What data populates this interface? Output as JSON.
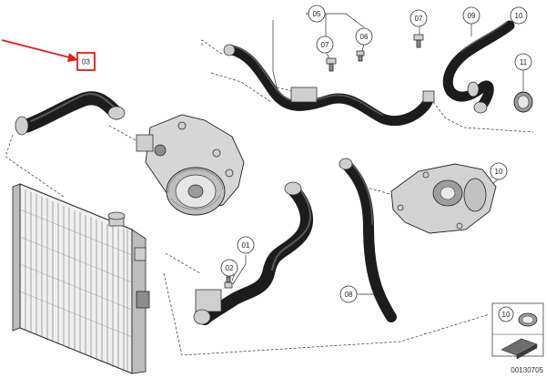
{
  "diagram": {
    "callouts": {
      "c03": "03",
      "c05": "05",
      "c07a": "07",
      "c07b": "07",
      "c06": "06",
      "c09": "09",
      "c10a": "10",
      "c11": "11",
      "c10b": "10",
      "c01": "01",
      "c02": "02",
      "c08": "08",
      "c10c": "10"
    },
    "catalog_number": "00130705"
  },
  "colors": {
    "highlight_arrow": "#e0201b",
    "highlight_box": "#e0201b",
    "hose": "#1c1c1c",
    "line": "#333333"
  }
}
